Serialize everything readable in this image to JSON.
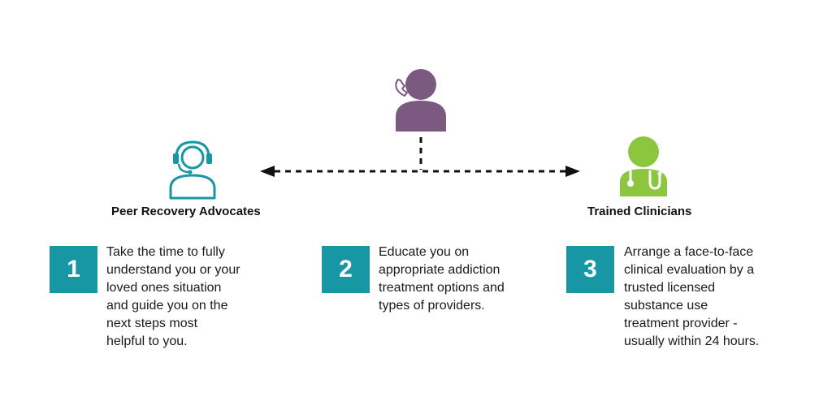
{
  "nodes": {
    "caller": {
      "icon": "caller-phone-icon",
      "color": "#7b5a80"
    },
    "advocates": {
      "label": "Peer Recovery Advocates",
      "icon": "headset-person-icon",
      "color": "#1796a3"
    },
    "clinicians": {
      "label": "Trained Clinicians",
      "icon": "doctor-stethoscope-icon",
      "color": "#8cc63f"
    }
  },
  "connector": {
    "style": "dashed",
    "arrows": "both-ends",
    "color": "#111111"
  },
  "steps": [
    {
      "number": "1",
      "text": "Take the time to fully\nunderstand you or your\nloved ones situation\nand guide you on the\nnext steps most\nhelpful to you."
    },
    {
      "number": "2",
      "text": "Educate you on\nappropriate addiction\ntreatment options and\ntypes of providers."
    },
    {
      "number": "3",
      "text": "Arrange a face-to-face\nclinical evaluation by a\ntrusted licensed\nsubstance use\ntreatment provider -\nusually within 24 hours."
    }
  ],
  "colors": {
    "accent": "#1796a3",
    "caller": "#7b5a80",
    "clinician": "#8cc63f"
  }
}
